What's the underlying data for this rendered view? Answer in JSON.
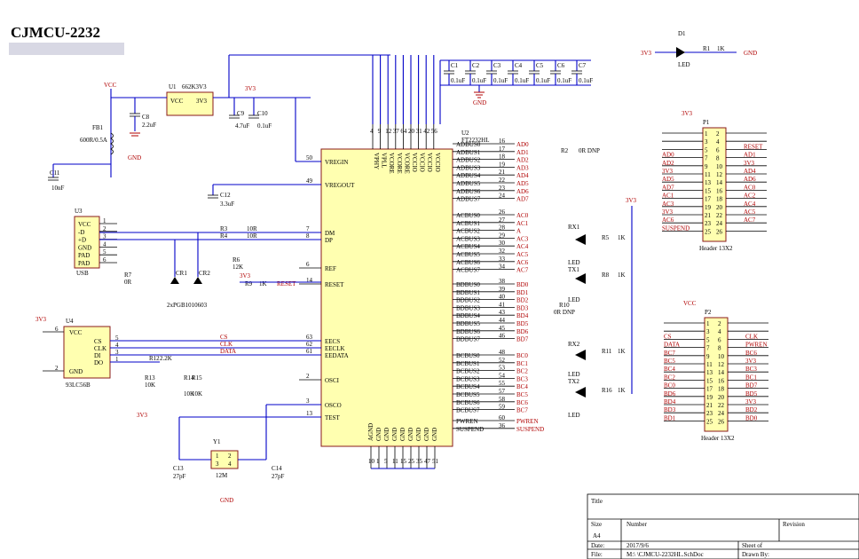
{
  "header": {
    "title": "CJMCU-2232"
  },
  "u1": {
    "ref": "U1",
    "part": "662K3V3",
    "pins": [
      "VCC",
      "GND",
      "3V3"
    ]
  },
  "u2": {
    "ref": "U2",
    "part": "FT2232HL",
    "left_pins": [
      {
        "num": "50",
        "name": "VREGIN"
      },
      {
        "num": "49",
        "name": "VREGOUT"
      },
      {
        "num": "7",
        "name": "DM"
      },
      {
        "num": "8",
        "name": "DP"
      },
      {
        "num": "6",
        "name": "REF"
      },
      {
        "num": "14",
        "name": "RESET"
      },
      {
        "num": "63",
        "name": "EECS"
      },
      {
        "num": "62",
        "name": "EECLK"
      },
      {
        "num": "61",
        "name": "EEDATA"
      },
      {
        "num": "2",
        "name": "OSCI"
      },
      {
        "num": "3",
        "name": "OSCO"
      },
      {
        "num": "13",
        "name": "TEST"
      }
    ],
    "top_pins": [
      {
        "num": "4",
        "name": "VPHY"
      },
      {
        "num": "9",
        "name": "VPLL"
      },
      {
        "num": "12",
        "name": "VCORE"
      },
      {
        "num": "37",
        "name": "VCORE"
      },
      {
        "num": "64",
        "name": "VCORE"
      },
      {
        "num": "20",
        "name": "VCCIO"
      },
      {
        "num": "31",
        "name": "VCCIO"
      },
      {
        "num": "42",
        "name": "VCCIO"
      },
      {
        "num": "56",
        "name": "VCCIO"
      }
    ],
    "right_groups": [
      {
        "pins": [
          {
            "num": "16",
            "name": "ADBUS0",
            "net": "AD0"
          },
          {
            "num": "17",
            "name": "ADBUS1",
            "net": "AD1"
          },
          {
            "num": "18",
            "name": "ADBUS2",
            "net": "AD2"
          },
          {
            "num": "19",
            "name": "ADBUS3",
            "net": "AD3"
          },
          {
            "num": "21",
            "name": "ADBUS4",
            "net": "AD4"
          },
          {
            "num": "22",
            "name": "ADBUS5",
            "net": "AD5"
          },
          {
            "num": "23",
            "name": "ADBUS6",
            "net": "AD6"
          },
          {
            "num": "24",
            "name": "ADBUS7",
            "net": "AD7"
          }
        ]
      },
      {
        "pins": [
          {
            "num": "26",
            "name": "ACBUS0",
            "net": "AC0"
          },
          {
            "num": "27",
            "name": "ACBUS1",
            "net": "AC1"
          },
          {
            "num": "28",
            "name": "ACBUS2",
            "net": "A"
          },
          {
            "num": "29",
            "name": "ACBUS3",
            "net": "AC3"
          },
          {
            "num": "30",
            "name": "ACBUS4",
            "net": "AC4"
          },
          {
            "num": "32",
            "name": "ACBUS5",
            "net": "AC5"
          },
          {
            "num": "33",
            "name": "ACBUS6",
            "net": "AC6"
          },
          {
            "num": "34",
            "name": "ACBUS7",
            "net": "AC7"
          }
        ]
      },
      {
        "pins": [
          {
            "num": "38",
            "name": "BDBUS0",
            "net": "BD0"
          },
          {
            "num": "39",
            "name": "BDBUS1",
            "net": "BD1"
          },
          {
            "num": "40",
            "name": "BDBUS2",
            "net": "BD2"
          },
          {
            "num": "41",
            "name": "BDBUS3",
            "net": "BD3"
          },
          {
            "num": "43",
            "name": "BDBUS4",
            "net": "BD4"
          },
          {
            "num": "44",
            "name": "BDBUS5",
            "net": "BD5"
          },
          {
            "num": "45",
            "name": "BDBUS6",
            "net": "BD6"
          },
          {
            "num": "46",
            "name": "BDBUS7",
            "net": "BD7"
          }
        ]
      },
      {
        "pins": [
          {
            "num": "48",
            "name": "BCBUS0",
            "net": "BC0"
          },
          {
            "num": "52",
            "name": "BCBUS1",
            "net": "BC1"
          },
          {
            "num": "53",
            "name": "BCBUS2",
            "net": "BC2"
          },
          {
            "num": "54",
            "name": "BCBUS3",
            "net": "BC3"
          },
          {
            "num": "55",
            "name": "BCBUS4",
            "net": "BC4"
          },
          {
            "num": "57",
            "name": "BCBUS5",
            "net": "BC5"
          },
          {
            "num": "58",
            "name": "BCBUS6",
            "net": "BC6"
          },
          {
            "num": "59",
            "name": "BCBUS7",
            "net": "BC7"
          }
        ]
      },
      {
        "pins": [
          {
            "num": "60",
            "name": "PWREN",
            "net": "PWREN"
          },
          {
            "num": "36",
            "name": "SUSPEND",
            "net": "SUSPEND"
          }
        ]
      }
    ],
    "bottom_pins": [
      {
        "num": "10",
        "name": "AGND"
      },
      {
        "num": "1",
        "name": "GND"
      },
      {
        "num": "5",
        "name": "GND"
      },
      {
        "num": "11",
        "name": "GND"
      },
      {
        "num": "15",
        "name": "GND"
      },
      {
        "num": "25",
        "name": "GND"
      },
      {
        "num": "35",
        "name": "GND"
      },
      {
        "num": "47",
        "name": "GND"
      },
      {
        "num": "51",
        "name": "GND"
      }
    ]
  },
  "u3": {
    "ref": "U3",
    "label": "USB",
    "pins": [
      {
        "num": "1",
        "name": "VCC"
      },
      {
        "num": "2",
        "name": "-D"
      },
      {
        "num": "3",
        "name": "+D"
      },
      {
        "num": "4",
        "name": "GND"
      },
      {
        "num": "5",
        "name": "PAD"
      },
      {
        "num": "6",
        "name": "PAD"
      }
    ]
  },
  "u4": {
    "ref": "U4",
    "label": "93LC56B",
    "pins": [
      {
        "num": "6",
        "name": "VCC"
      },
      {
        "num": "5",
        "name": "CS"
      },
      {
        "num": "4",
        "name": "CLK"
      },
      {
        "num": "3",
        "name": "DI"
      },
      {
        "num": "1",
        "name": "DO"
      },
      {
        "num": "2",
        "name": "GND"
      }
    ]
  },
  "y1": {
    "ref": "Y1",
    "value": "12M",
    "pins": [
      "1",
      "2",
      "3",
      "4"
    ]
  },
  "p1": {
    "ref": "P1",
    "label": "Header 13X2",
    "top_net": "3V3",
    "left_nets": [
      "",
      "",
      "",
      "AD0",
      "AD2",
      "3V3",
      "AD5",
      "AD7",
      "AC1",
      "AC3",
      "3V3",
      "AC6",
      "SUSPEND"
    ],
    "right_nets": [
      "",
      "",
      "RESET",
      "AD1",
      "3V3",
      "AD4",
      "AD6",
      "AC0",
      "AC2",
      "AC4",
      "AC5",
      "AC7",
      ""
    ],
    "left_nums": [
      "1",
      "3",
      "5",
      "7",
      "9",
      "11",
      "13",
      "15",
      "17",
      "19",
      "21",
      "23",
      "25"
    ],
    "right_nums": [
      "2",
      "4",
      "6",
      "8",
      "10",
      "12",
      "14",
      "16",
      "18",
      "20",
      "22",
      "24",
      "26"
    ]
  },
  "p2": {
    "ref": "P2",
    "label": "Header 13X2",
    "top_net": "VCC",
    "left_nets": [
      "",
      "",
      "CS",
      "DATA",
      "BC7",
      "BC5",
      "BC4",
      "BC2",
      "BC0",
      "BD6",
      "BD4",
      "BD3",
      "BD1"
    ],
    "right_nets": [
      "",
      "",
      "CLK",
      "PWREN",
      "BC6",
      "3V3",
      "BC3",
      "BC1",
      "BD7",
      "BD5",
      "3V3",
      "BD2",
      "BD0"
    ],
    "left_nums": [
      "1",
      "3",
      "5",
      "7",
      "9",
      "11",
      "13",
      "15",
      "17",
      "19",
      "21",
      "23",
      "25"
    ],
    "right_nums": [
      "2",
      "4",
      "6",
      "8",
      "10",
      "12",
      "14",
      "16",
      "18",
      "20",
      "22",
      "24",
      "26"
    ]
  },
  "caps_top": [
    {
      "ref": "C1",
      "value": "0.1uF"
    },
    {
      "ref": "C2",
      "value": "0.1uF"
    },
    {
      "ref": "C3",
      "value": "0.1uF"
    },
    {
      "ref": "C4",
      "value": "0.1uF"
    },
    {
      "ref": "C5",
      "value": "0.1uF"
    },
    {
      "ref": "C6",
      "value": "0.1uF"
    },
    {
      "ref": "C7",
      "value": "0.1uF"
    }
  ],
  "components": {
    "c8": {
      "ref": "C8",
      "value": "2.2uF"
    },
    "c9": {
      "ref": "C9",
      "value": "4.7uF"
    },
    "c10": {
      "ref": "C10",
      "value": "0.1uF"
    },
    "c11": {
      "ref": "C11",
      "value": "10nF"
    },
    "c12": {
      "ref": "C12",
      "value": "3.3uF"
    },
    "c13": {
      "ref": "C13",
      "value": "27pF"
    },
    "c14": {
      "ref": "C14",
      "value": "27pF"
    },
    "fb1": {
      "ref": "FB1",
      "value": "600R/0.5A"
    },
    "r1": {
      "ref": "R1",
      "value": "1K"
    },
    "r2": {
      "ref": "R2",
      "value": "0R DNP"
    },
    "r3": {
      "ref": "R3",
      "value": "10R"
    },
    "r4": {
      "ref": "R4",
      "value": "10R"
    },
    "r5": {
      "ref": "R5",
      "value": "1K"
    },
    "r6": {
      "ref": "R6",
      "value": "12K"
    },
    "r7": {
      "ref": "R7",
      "value": "0R"
    },
    "r8": {
      "ref": "R8",
      "value": "1K"
    },
    "r9": {
      "ref": "R9",
      "value": "1K"
    },
    "r10": {
      "ref": "R10",
      "value": "0R DNP"
    },
    "r11": {
      "ref": "R11",
      "value": "1K"
    },
    "r12": {
      "ref": "R12",
      "value": "2.2K"
    },
    "r13": {
      "ref": "R13",
      "value": "10K"
    },
    "r14": {
      "ref": "R14",
      "value": "10K"
    },
    "r15": {
      "ref": "R15",
      "value": "10K"
    },
    "r16": {
      "ref": "R16",
      "value": "1K"
    },
    "cr": {
      "ref1": "CR1",
      "ref2": "CR2",
      "value": "2xPGB1010603"
    },
    "d1": {
      "ref": "D1",
      "label": "LED"
    },
    "rx1": {
      "ref": "RX1",
      "label": "LED"
    },
    "tx1": {
      "ref": "TX1",
      "label": "LED"
    },
    "rx2": {
      "ref": "RX2",
      "label": "LED"
    },
    "tx2": {
      "ref": "TX2",
      "label": "LED"
    }
  },
  "nets": {
    "vcc": "VCC",
    "v3": "3V3",
    "gnd": "GND",
    "cs": "CS",
    "clk": "CLK",
    "data": "DATA",
    "reset": "RESET"
  },
  "title_block": {
    "title": "Title",
    "size_label": "Size",
    "size": "A4",
    "number_label": "Number",
    "revision_label": "Revision",
    "date_label": "Date:",
    "date": "2017/9/6",
    "sheet_label": "Sheet    of",
    "file_label": "File:",
    "file": "M:\\          \\CJMCU-2232HL.SchDoc",
    "drawn_label": "Drawn By:"
  }
}
